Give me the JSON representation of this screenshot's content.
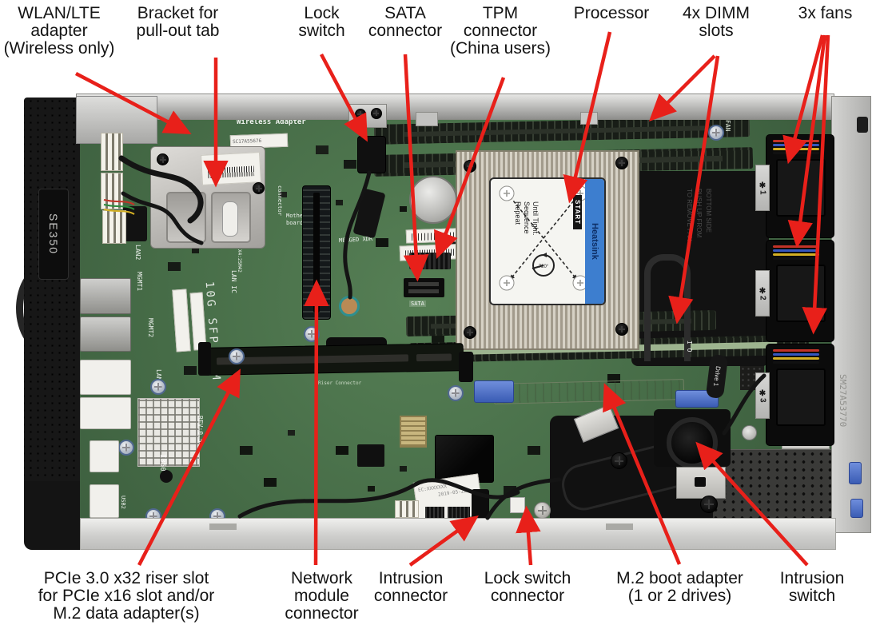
{
  "figure": {
    "type": "hardware callout diagram",
    "subject": "SE350 server system-board top view with labeled components",
    "arrow_color": "#e8201a"
  },
  "callouts": {
    "top": [
      {
        "id": "wlan-lte-adapter",
        "text": "WLAN/LTE\nadapter\n(Wireless only)"
      },
      {
        "id": "bracket-pull-out-tab",
        "text": "Bracket for\npull-out tab"
      },
      {
        "id": "lock-switch",
        "text": "Lock\nswitch"
      },
      {
        "id": "sata-connector",
        "text": "SATA\nconnector"
      },
      {
        "id": "tpm-connector",
        "text": "TPM\nconnector\n(China users)"
      },
      {
        "id": "processor",
        "text": "Processor"
      },
      {
        "id": "dimm-slots",
        "text": "4x DIMM\nslots"
      },
      {
        "id": "fans",
        "text": "3x fans"
      }
    ],
    "bottom": [
      {
        "id": "pcie-riser-slot",
        "text": "PCIe 3.0 x32 riser slot\nfor PCIe x16 slot and/or\nM.2 data adapter(s)"
      },
      {
        "id": "network-module-connector",
        "text": "Network\nmodule\nconnector"
      },
      {
        "id": "intrusion-connector",
        "text": "Intrusion\nconnector"
      },
      {
        "id": "lock-switch-connector",
        "text": "Lock switch\nconnector"
      },
      {
        "id": "m2-boot-adapter",
        "text": "M.2 boot adapter\n(1 or 2 drives)"
      },
      {
        "id": "intrusion-switch",
        "text": "Intrusion\nswitch"
      }
    ]
  },
  "board": {
    "model_label": "SE350",
    "silkscreen": {
      "wireless_adapter": "Wireless Adapter",
      "part_sticker": "SC17A55676",
      "lan2": "LAN2",
      "mgmt1": "MGMT1",
      "mgmt2": "MGMT2",
      "lan3": "LAN3",
      "i350": "I350",
      "usb2": "USB2",
      "lom": "10G SFP LOM",
      "lan_ic": "LAN IC",
      "x4": "X4:25M42",
      "merged": "MERGED XDR",
      "mother_board": "Mother\nboard",
      "connector": "connector",
      "sata": "SATA",
      "fan": "FAN",
      "riser": "Riser Connector",
      "io": "I O",
      "drive1": "Drive 1",
      "chassis_pn": "SM27A53770",
      "ec_sticker": "EC:XXXXXXX",
      "date_sticker": "2019-05-22"
    },
    "heatsink_label": {
      "name": "Heatsink",
      "start": "START",
      "sequence": "Repeat\nSequence\nUntil Tight.",
      "turns": "720°"
    },
    "baffle_text": "TO REMOVE FAN\nPUSH UP FROM\nBOTTOM SIDE",
    "fans": [
      {
        "icon": "✱",
        "label": "1"
      },
      {
        "icon": "✱",
        "label": "2"
      },
      {
        "icon": "✱",
        "label": "3"
      }
    ]
  }
}
